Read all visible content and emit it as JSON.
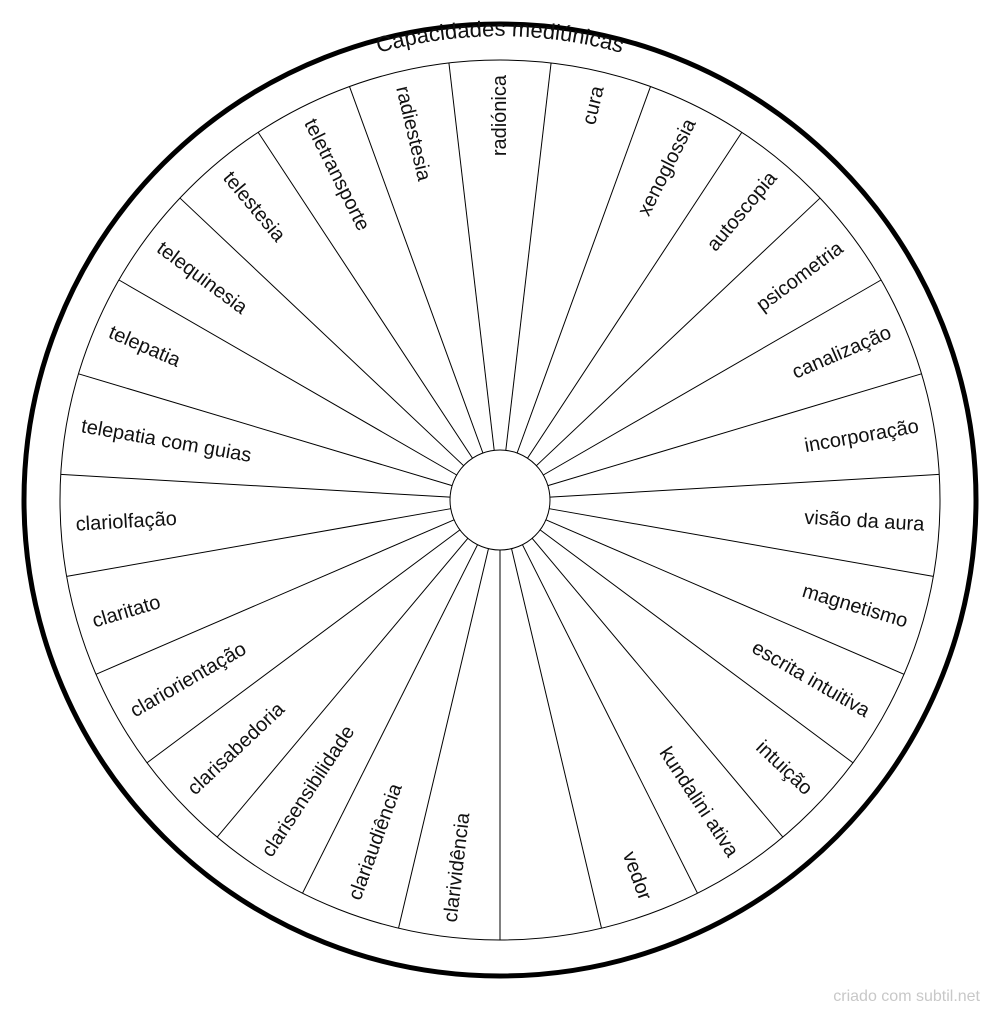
{
  "diagram": {
    "title": "Capacidades mediúnicas",
    "segments": [
      "radiónica",
      "cura",
      "xenoglossia",
      "autoscopia",
      "psicometria",
      "canalização",
      "incorporação",
      "visão da aura",
      "magnetismo",
      "escrita intuitiva",
      "intuição",
      "kundalini ativa",
      "vedor",
      "",
      "clarividência",
      "clariaudiência",
      "clarisensibilidade",
      "clarisabedoria",
      "clariorientação",
      "claritato",
      "clariolfação",
      "telepatia com guias",
      "telepatia",
      "telequinesia",
      "telestesia",
      "teletransporte",
      "radiestesia"
    ],
    "colors": {
      "stroke": "#000000",
      "background": "#ffffff",
      "credit": "#c8c8c8"
    }
  },
  "footer": {
    "credit": "criado com subtil.net"
  }
}
